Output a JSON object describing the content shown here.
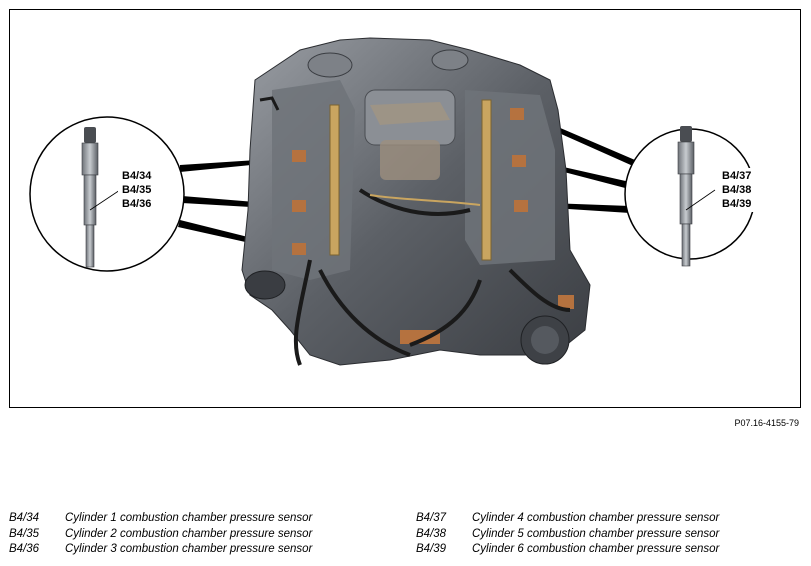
{
  "figure": {
    "reference": "P07.16-4155-79",
    "left_callout": {
      "labels": [
        "B4/34",
        "B4/35",
        "B4/36"
      ]
    },
    "right_callout": {
      "labels": [
        "B4/37",
        "B4/38",
        "B4/39"
      ]
    },
    "colors": {
      "engine_dark": "#4a4d52",
      "engine_mid": "#8a8e94",
      "copper": "#b5723f",
      "rail": "#c9a560",
      "hose": "#1a1a1a"
    }
  },
  "legend": {
    "left": [
      {
        "code": "B4/34",
        "description": "Cylinder 1 combustion chamber pressure sensor"
      },
      {
        "code": "B4/35",
        "description": "Cylinder 2 combustion chamber pressure sensor"
      },
      {
        "code": "B4/36",
        "description": "Cylinder 3 combustion chamber pressure sensor"
      }
    ],
    "right": [
      {
        "code": "B4/37",
        "description": "Cylinder 4 combustion chamber pressure sensor"
      },
      {
        "code": "B4/38",
        "description": "Cylinder 5 combustion chamber pressure sensor"
      },
      {
        "code": "B4/39",
        "description": "Cylinder 6 combustion chamber pressure sensor"
      }
    ]
  }
}
